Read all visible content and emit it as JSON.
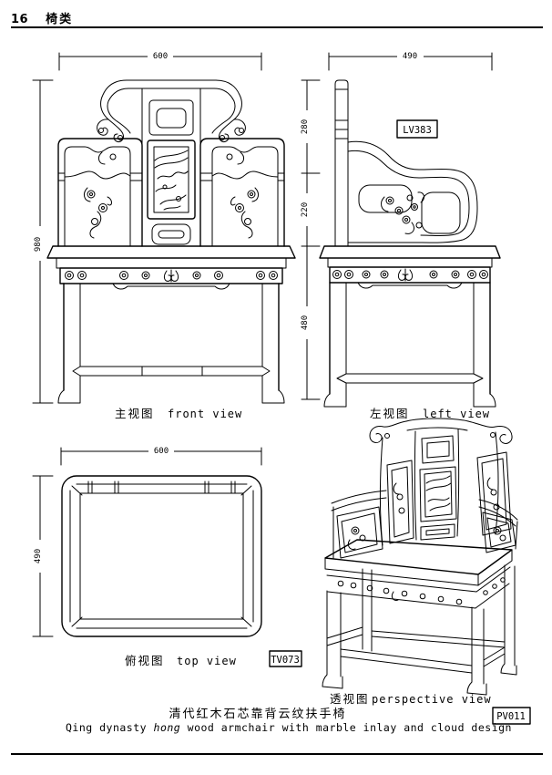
{
  "page": {
    "number": "16",
    "category": "椅类"
  },
  "views": {
    "front": {
      "caption_zh": "主视图",
      "caption_en": "front view",
      "dim_width": "600",
      "dim_height": "980"
    },
    "left": {
      "caption_zh": "左视图",
      "caption_en": "left view",
      "dim_width": "490",
      "dim_top": "280",
      "dim_mid": "220",
      "dim_bottom": "480",
      "label": "LV383"
    },
    "top": {
      "caption_zh": "俯视图",
      "caption_en": "top view",
      "dim_width": "600",
      "dim_depth": "490",
      "label": "TV073"
    },
    "perspective": {
      "caption_zh": "透视图",
      "caption_en": "perspective view",
      "label": "PV011"
    }
  },
  "title": {
    "zh": "清代红木石芯靠背云纹扶手椅",
    "en_prefix": "Qing dynasty ",
    "en_italic": "hong",
    "en_suffix": " wood armchair with marble inlay and cloud design"
  }
}
